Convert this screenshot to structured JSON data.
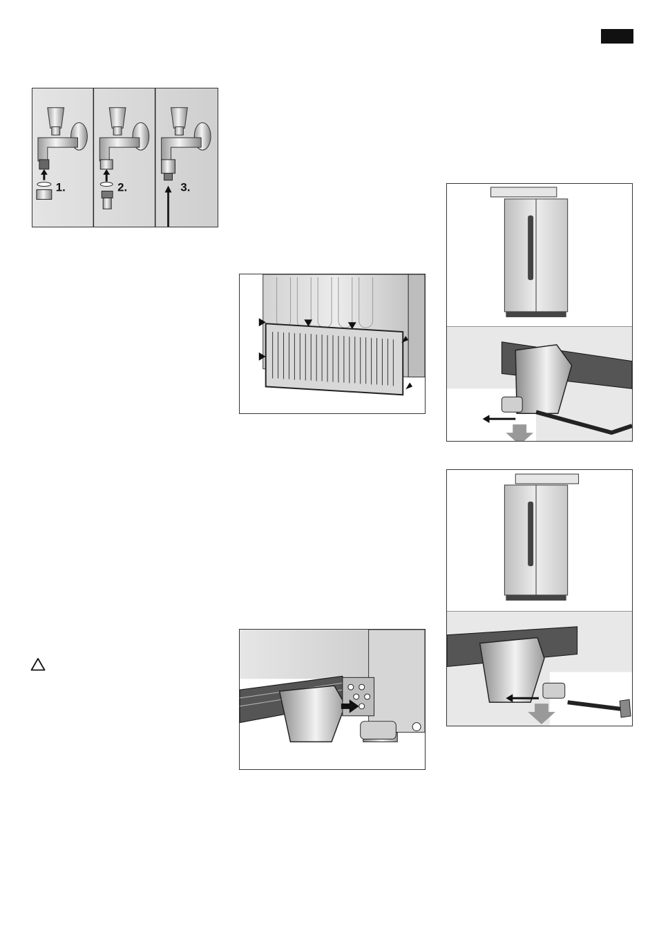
{
  "page": {
    "language_tab_color": "#111111",
    "warning_icon": "warning-triangle-icon"
  },
  "figures": {
    "faucet": {
      "steps": [
        "1.",
        "2.",
        "3."
      ]
    },
    "grille": {},
    "foot_cover": {},
    "level_left": {},
    "level_right": {}
  }
}
